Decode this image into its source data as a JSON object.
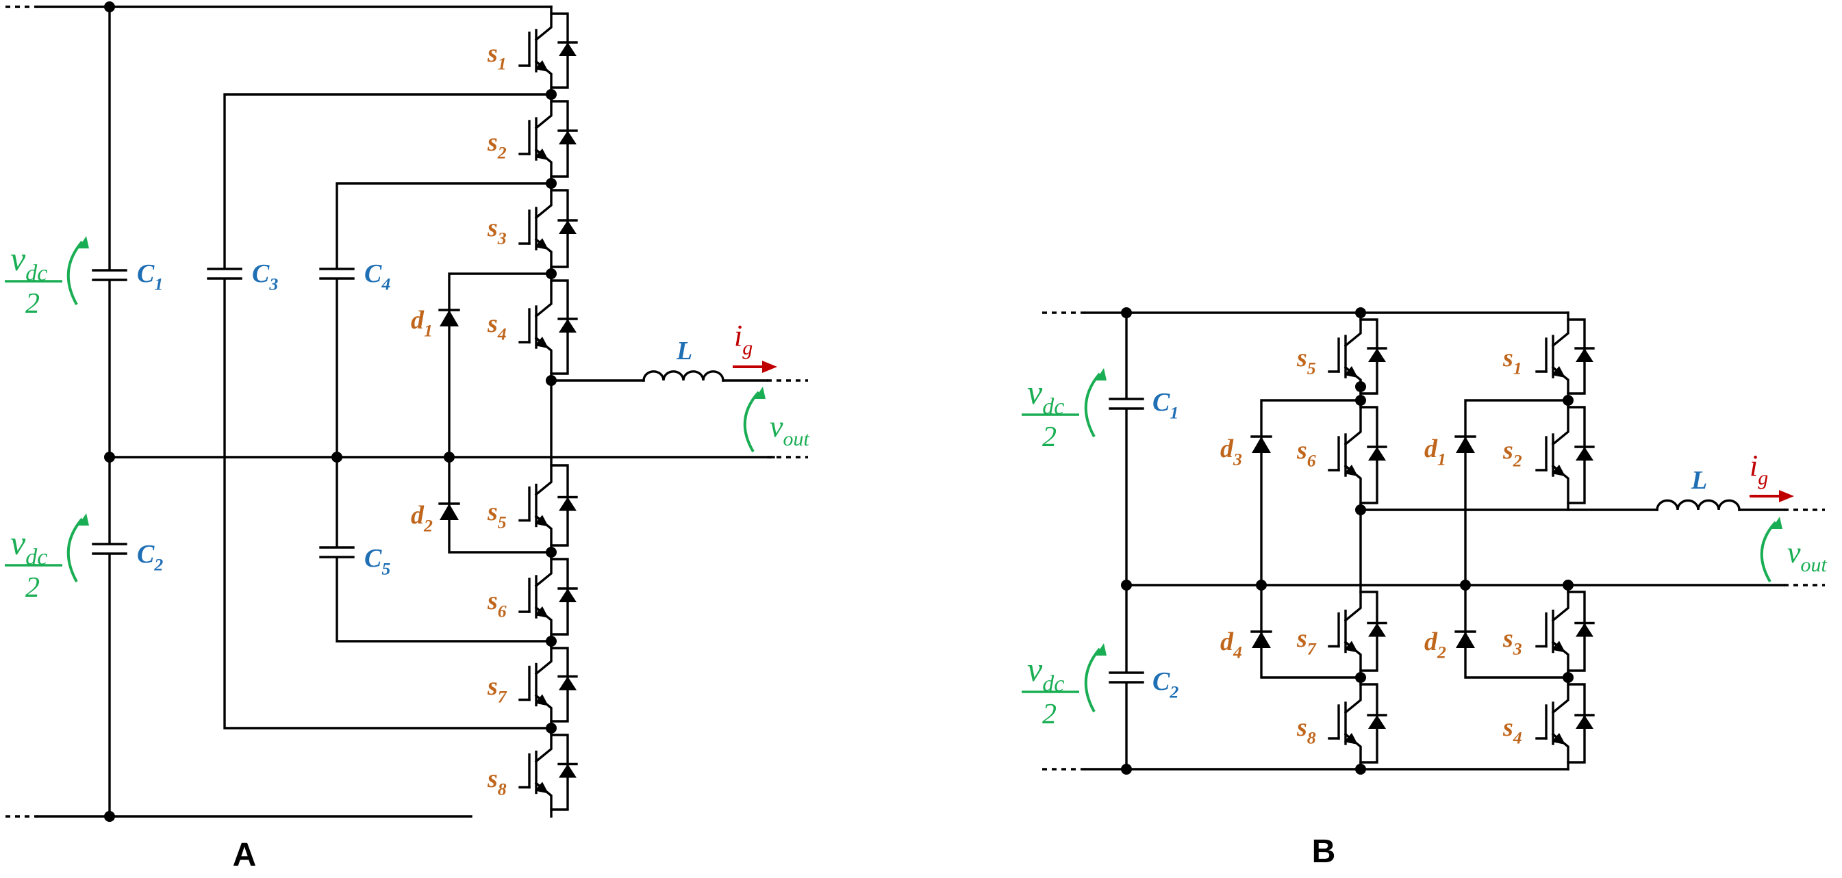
{
  "colors": {
    "switch_label": "#C0661C",
    "capacitor_label": "#1F6FB5",
    "voltage_label": "#1AAE54",
    "current_label": "#C00000",
    "wire": "#000000"
  },
  "panel_a": {
    "label": "A",
    "switches": [
      {
        "base": "s",
        "sub": "1"
      },
      {
        "base": "s",
        "sub": "2"
      },
      {
        "base": "s",
        "sub": "3"
      },
      {
        "base": "s",
        "sub": "4"
      },
      {
        "base": "s",
        "sub": "5"
      },
      {
        "base": "s",
        "sub": "6"
      },
      {
        "base": "s",
        "sub": "7"
      },
      {
        "base": "s",
        "sub": "8"
      }
    ],
    "diodes": [
      {
        "base": "d",
        "sub": "1"
      },
      {
        "base": "d",
        "sub": "2"
      }
    ],
    "capacitors": [
      {
        "base": "C",
        "sub": "1"
      },
      {
        "base": "C",
        "sub": "2"
      },
      {
        "base": "C",
        "sub": "3"
      },
      {
        "base": "C",
        "sub": "4"
      },
      {
        "base": "C",
        "sub": "5"
      }
    ],
    "inductor": "L",
    "current": {
      "base": "i",
      "sub": "g"
    },
    "output_voltage": {
      "base": "v",
      "sub": "out"
    },
    "dc_voltage": {
      "base": "v",
      "sub": "dc",
      "denominator": "2"
    }
  },
  "panel_b": {
    "label": "B",
    "switches": [
      {
        "base": "s",
        "sub": "1"
      },
      {
        "base": "s",
        "sub": "2"
      },
      {
        "base": "s",
        "sub": "3"
      },
      {
        "base": "s",
        "sub": "4"
      },
      {
        "base": "s",
        "sub": "5"
      },
      {
        "base": "s",
        "sub": "6"
      },
      {
        "base": "s",
        "sub": "7"
      },
      {
        "base": "s",
        "sub": "8"
      }
    ],
    "diodes": [
      {
        "base": "d",
        "sub": "1"
      },
      {
        "base": "d",
        "sub": "2"
      },
      {
        "base": "d",
        "sub": "3"
      },
      {
        "base": "d",
        "sub": "4"
      }
    ],
    "capacitors": [
      {
        "base": "C",
        "sub": "1"
      },
      {
        "base": "C",
        "sub": "2"
      }
    ],
    "inductor": "L",
    "current": {
      "base": "i",
      "sub": "g"
    },
    "output_voltage": {
      "base": "v",
      "sub": "out"
    },
    "dc_voltage": {
      "base": "v",
      "sub": "dc",
      "denominator": "2"
    }
  }
}
